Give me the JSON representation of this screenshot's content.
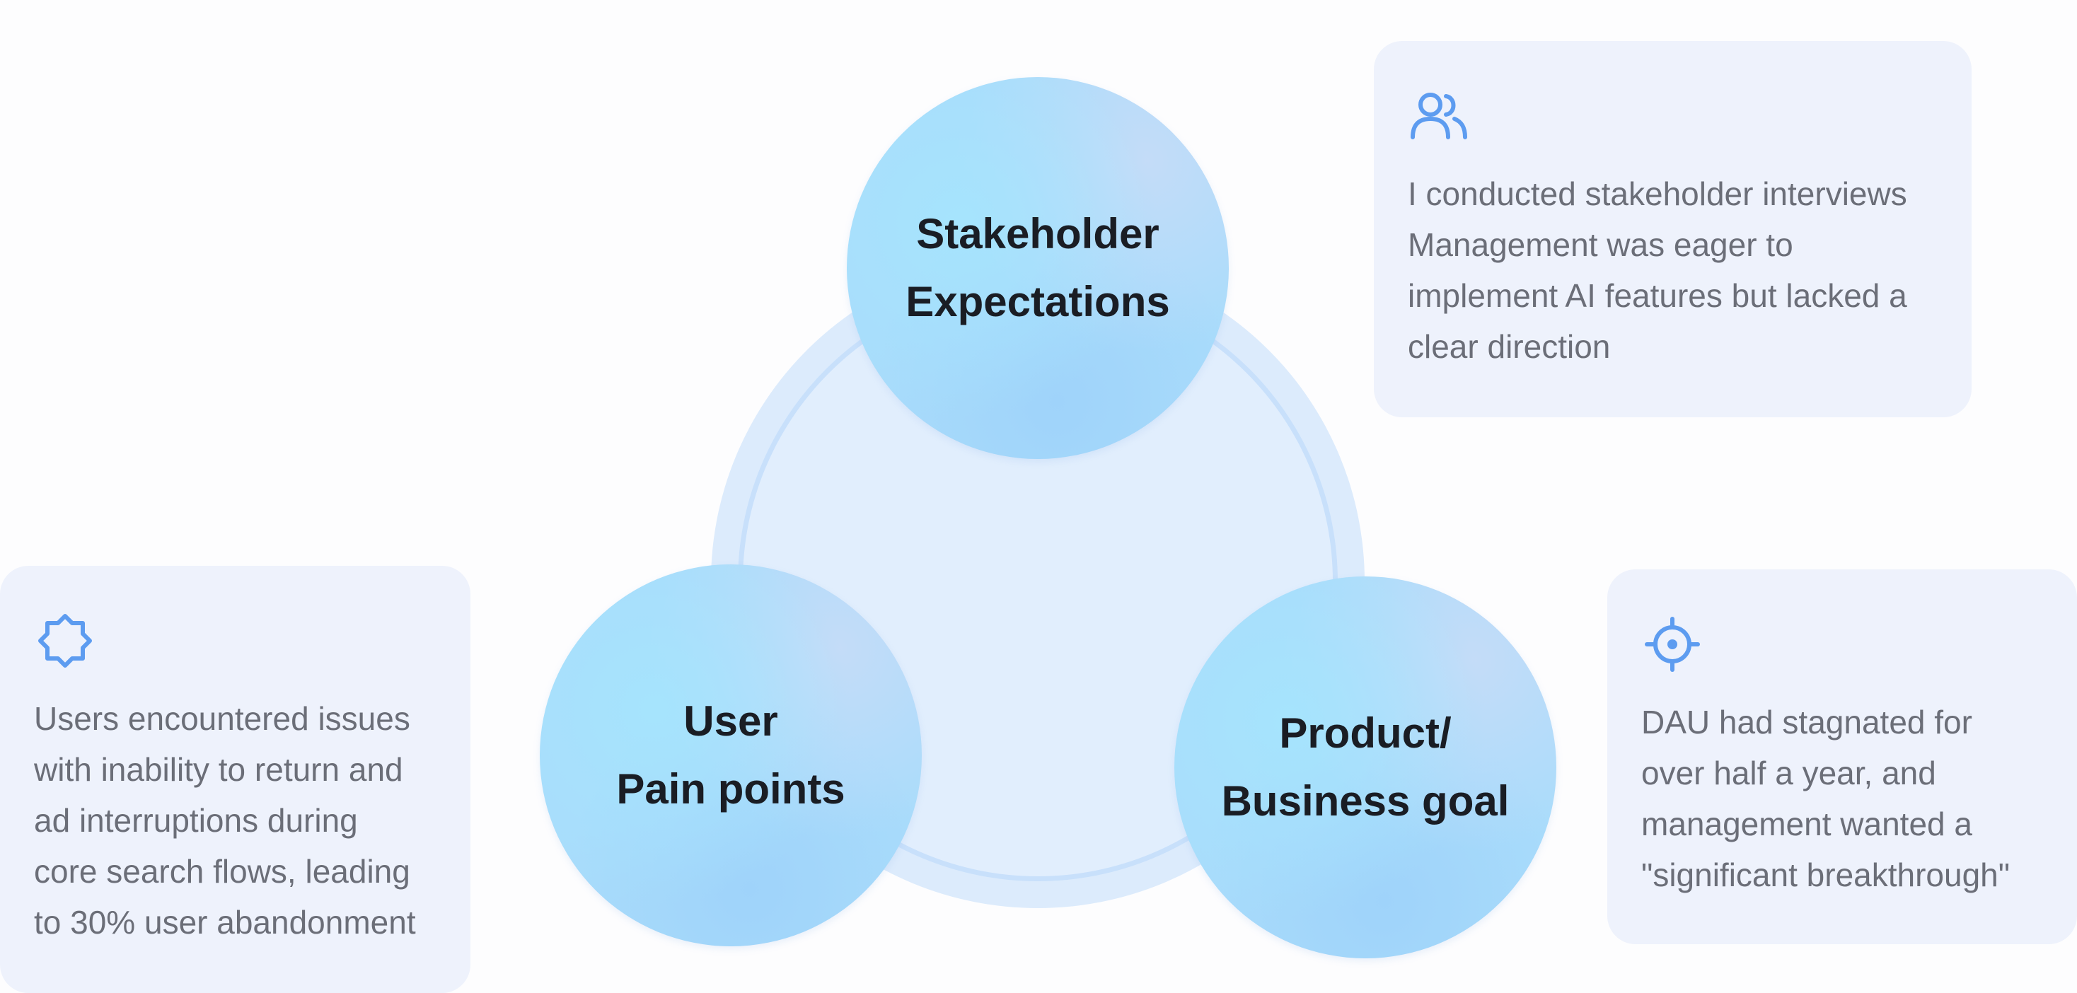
{
  "bubbles": {
    "top_line1": "Stakeholder",
    "top_line2": "Expectations",
    "left_line1": "User",
    "left_line2": "Pain points",
    "right_line1": "Product/",
    "right_line2": "Business goal"
  },
  "cards": {
    "stakeholder": {
      "icon": "users-icon",
      "lines": [
        "I conducted stakeholder interviews",
        "Management was eager to",
        "implement AI features but lacked a",
        "clear direction"
      ]
    },
    "user": {
      "icon": "badge-icon",
      "lines": [
        "Users encountered issues",
        "with inability to return and",
        "ad interruptions during",
        "core search flows, leading",
        "to 30% user abandonment"
      ]
    },
    "business": {
      "icon": "target-icon",
      "lines": [
        "DAU had stagnated for",
        "over half a year, and",
        "management wanted a",
        "\"significant breakthrough\""
      ]
    }
  },
  "colors": {
    "icon": "#5d9cf0",
    "card_bg": "#eef2fc",
    "bubble": "#a9dcfb",
    "ring": "#dcebfc"
  }
}
